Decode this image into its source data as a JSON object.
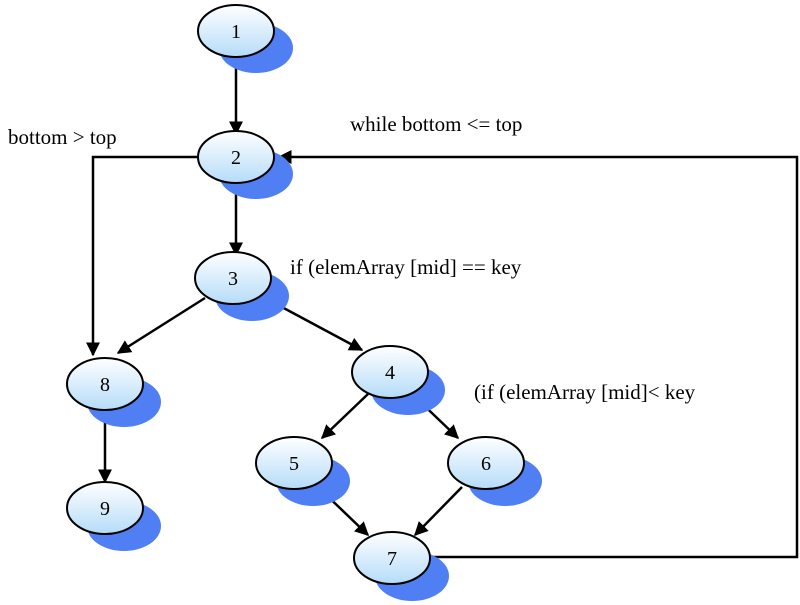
{
  "colors": {
    "node_fill_light": "#ffffff",
    "node_fill_dark": "#b5dcf9",
    "node_shadow": "#4f7ff2",
    "line": "#000000"
  },
  "nodes": [
    {
      "id": "1",
      "label": "1"
    },
    {
      "id": "2",
      "label": "2"
    },
    {
      "id": "3",
      "label": "3"
    },
    {
      "id": "4",
      "label": "4"
    },
    {
      "id": "5",
      "label": "5"
    },
    {
      "id": "6",
      "label": "6"
    },
    {
      "id": "7",
      "label": "7"
    },
    {
      "id": "8",
      "label": "8"
    },
    {
      "id": "9",
      "label": "9"
    }
  ],
  "annotations": {
    "bottom_gt_top": "bottom > top",
    "while_loop": "while bottom <= top",
    "if_equal": "if (elemArray [mid]  == key",
    "if_less": "(if (elemArray [mid]< key"
  },
  "edges": [
    {
      "from": "1",
      "to": "2"
    },
    {
      "from": "2",
      "to": "3"
    },
    {
      "from": "2",
      "to": "8"
    },
    {
      "from": "3",
      "to": "8"
    },
    {
      "from": "3",
      "to": "4"
    },
    {
      "from": "4",
      "to": "5"
    },
    {
      "from": "4",
      "to": "6"
    },
    {
      "from": "5",
      "to": "7"
    },
    {
      "from": "6",
      "to": "7"
    },
    {
      "from": "7",
      "to": "2"
    },
    {
      "from": "8",
      "to": "9"
    }
  ]
}
